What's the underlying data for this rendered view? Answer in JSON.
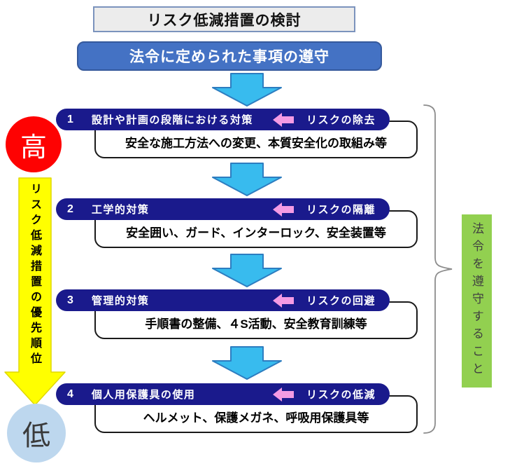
{
  "header": {
    "title": "リスク低減措置の検討",
    "law_compliance": "法令に定められた事項の遵守"
  },
  "left_scale": {
    "high_label": "高",
    "low_label": "低",
    "priority_label": "リスク低減措置の優先順位"
  },
  "steps": [
    {
      "number": "1",
      "title": "設計や計画の段階における対策",
      "risk": "リスクの除去",
      "detail": "安全な施工方法への変更、本質安全化の取組み等"
    },
    {
      "number": "2",
      "title": "工学的対策",
      "risk": "リスクの隔離",
      "detail": "安全囲い、ガード、インターロック、安全装置等"
    },
    {
      "number": "3",
      "title": "管理的対策",
      "risk": "リスクの回避",
      "detail": "手順書の整備、４S活動、安全教育訓練等"
    },
    {
      "number": "4",
      "title": "個人用保護具の使用",
      "risk": "リスクの低減",
      "detail": "ヘルメット、保護メガネ、呼吸用保護具等"
    }
  ],
  "right_side": {
    "compliance_note": "法令を遵守すること"
  },
  "icons": {
    "down_block_arrow": "block-arrow-down",
    "left_block_arrow": "block-arrow-left",
    "priority_down_arrow": "big-yellow-arrow-down",
    "grouping_brace": "curly-brace-right"
  },
  "colors": {
    "title_bg": "#ececec",
    "title_border": "#7b93bd",
    "law_box_blue": "#4472c4",
    "step_pill_navy": "#1a1a8c",
    "flow_arrow_cyan": "#38bbee",
    "flow_arrow_border": "#2d7dc0",
    "risk_arrow_pink": "#f49be4",
    "high_red": "#fe0202",
    "low_blue": "#bdd7ee",
    "priority_yellow": "#ffff00",
    "compliance_green": "#92d050",
    "brace_gray": "#8c8c8c"
  }
}
